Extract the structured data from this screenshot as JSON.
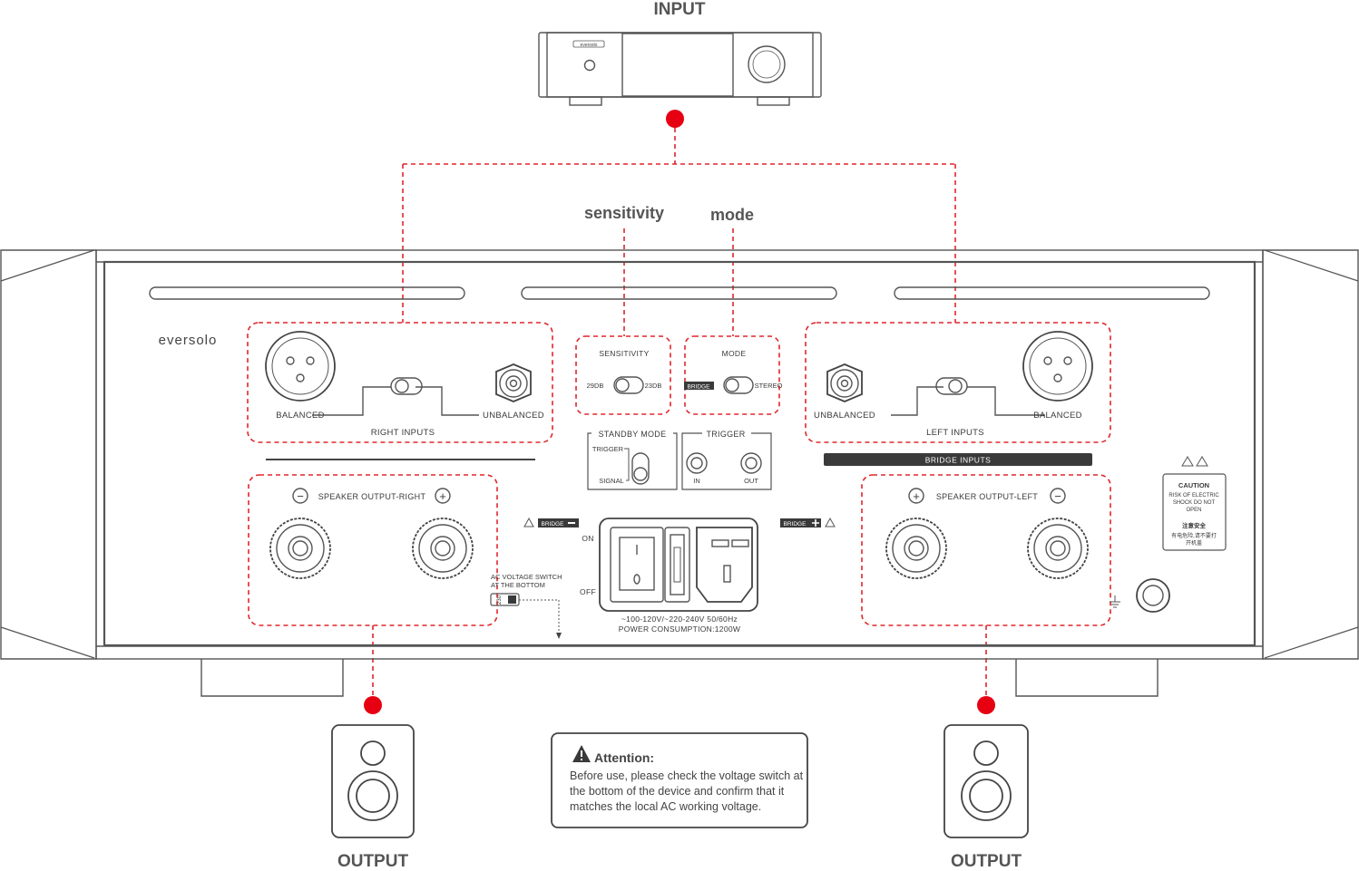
{
  "labels": {
    "input": "INPUT",
    "output_left": "OUTPUT",
    "output_right": "OUTPUT",
    "sensitivity_callout": "sensitivity",
    "mode_callout": "mode",
    "brand": "eversolo",
    "source_brand": "eversolo"
  },
  "right_inputs": {
    "balanced": "BALANCED",
    "unbalanced": "UNBALANCED",
    "title": "RIGHT INPUTS"
  },
  "left_inputs": {
    "unbalanced": "UNBALANCED",
    "balanced": "BALANCED",
    "title": "LEFT INPUTS",
    "bridge_bar": "BRIDGE INPUTS"
  },
  "sensitivity": {
    "title": "SENSITIVITY",
    "left": "29DB",
    "right": "23DB"
  },
  "mode": {
    "title": "MODE",
    "left": "BRIDGE",
    "right": "STEREO"
  },
  "standby": {
    "title": "STANDBY MODE",
    "trigger": "TRIGGER",
    "signal": "SIGNAL"
  },
  "trigger": {
    "title": "TRIGGER",
    "in": "IN",
    "out": "OUT"
  },
  "speaker_right": {
    "title": "SPEAKER OUTPUT-RIGHT",
    "minus": "−",
    "plus": "+"
  },
  "speaker_left": {
    "title": "SPEAKER OUTPUT-LEFT",
    "plus": "+",
    "minus": "−"
  },
  "bridge_minus": "BRIDGE",
  "bridge_plus": "BRIDGE",
  "ac_switch": {
    "line1": "AC VOLTAGE SWITCH",
    "line2": "AT THE BOTTOM",
    "value": "230"
  },
  "power": {
    "on": "ON",
    "off": "OFF",
    "voltage": "~100-120V/~220-240V   50/60Hz",
    "consumption": "POWER CONSUMPTION:1200W"
  },
  "caution": {
    "title": "CAUTION",
    "l1": "RISK OF ELECTRIC",
    "l2": "SHOCK DO NOT",
    "l3": "OPEN",
    "cn_title": "注意安全",
    "cn1": "有电危险,请不要打",
    "cn2": "开机盖"
  },
  "attention": {
    "title": "Attention:",
    "l1": "Before use, please check the voltage switch at",
    "l2": "the bottom of the device and confirm that it",
    "l3": "matches the local AC working voltage."
  },
  "colors": {
    "accent_red": "#e60012",
    "line": "#444444",
    "bridge_bar": "#3a3a3a"
  }
}
